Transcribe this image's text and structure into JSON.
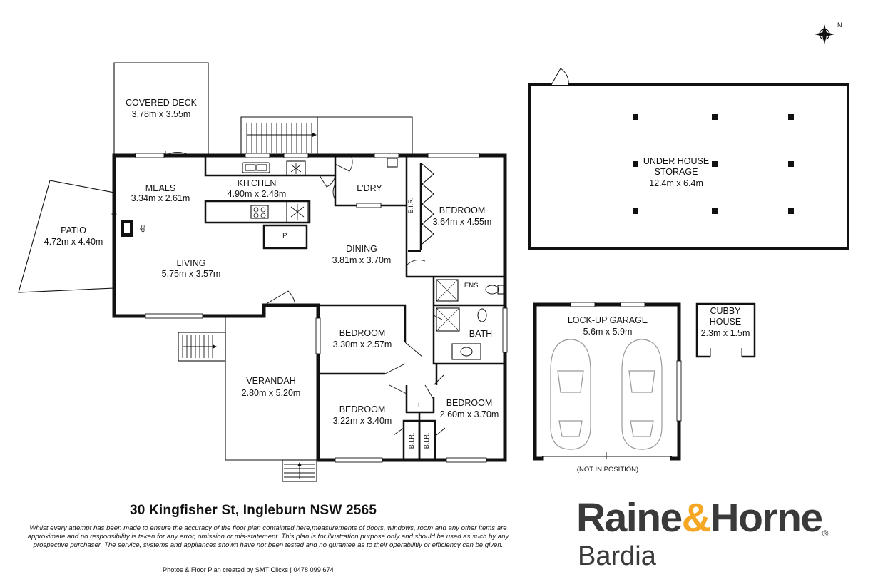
{
  "rooms": {
    "covered_deck": {
      "name": "COVERED DECK",
      "size": "3.78m x 3.55m"
    },
    "meals": {
      "name": "MEALS",
      "size": "3.34m x 2.61m"
    },
    "kitchen": {
      "name": "KITCHEN",
      "size": "4.90m x 2.48m"
    },
    "laundry": {
      "name": "L'DRY"
    },
    "bedroom1": {
      "name": "BEDROOM",
      "size": "3.64m x 4.55m"
    },
    "patio": {
      "name": "PATIO",
      "size": "4.72m x 4.40m"
    },
    "living": {
      "name": "LIVING",
      "size": "5.75m x 3.57m"
    },
    "dining": {
      "name": "DINING",
      "size": "3.81m x 3.70m"
    },
    "ensuite": {
      "name": "ENS."
    },
    "bath": {
      "name": "BATH"
    },
    "bedroom2": {
      "name": "BEDROOM",
      "size": "3.30m x 2.57m"
    },
    "verandah": {
      "name": "VERANDAH",
      "size": "2.80m x 5.20m"
    },
    "bedroom3": {
      "name": "BEDROOM",
      "size": "3.22m x 3.40m"
    },
    "bedroom4": {
      "name": "BEDROOM",
      "size": "2.60m x 3.70m"
    },
    "storage": {
      "name_line1": "UNDER HOUSE",
      "name_line2": "STORAGE",
      "size": "12.4m x 6.4m"
    },
    "garage": {
      "name": "LOCK-UP GARAGE",
      "size": "5.6m x 5.9m",
      "note": "(NOT IN POSITION)"
    },
    "cubby": {
      "name_line1": "CUBBY",
      "name_line2": "HOUSE",
      "size": "2.3m x 1.5m"
    }
  },
  "fixtures": {
    "fireplace": "FP",
    "pantry": "P.",
    "bir": "B.I.R.",
    "linen": "L."
  },
  "footer": {
    "address": "30 Kingfisher St, Ingleburn NSW 2565",
    "disclaimer": "Whilst every attempt has been made to ensure the accuracy of the floor plan containted here,measurements of doors, windows, room and any other items are approximate and no responsibility is taken for any error, omission or mis-statement. This plan is for illustration purpose only and should be used as such by any prospective purchaser. The service, systems and appliances shown have not been tested and no gurantee as to their operabilitiy or efficiency can be given.",
    "credit": "Photos & Floor Plan created by SMT Clicks | 0478 099 674"
  },
  "brand": {
    "name_a": "Raine",
    "amp": "&",
    "name_b": "Horne",
    "reg": "®",
    "office": "Bardia",
    "accent_color": "#f5a623",
    "text_color": "#3a3a3a"
  },
  "compass": {
    "icon": "compass-north-icon",
    "label": "N"
  }
}
